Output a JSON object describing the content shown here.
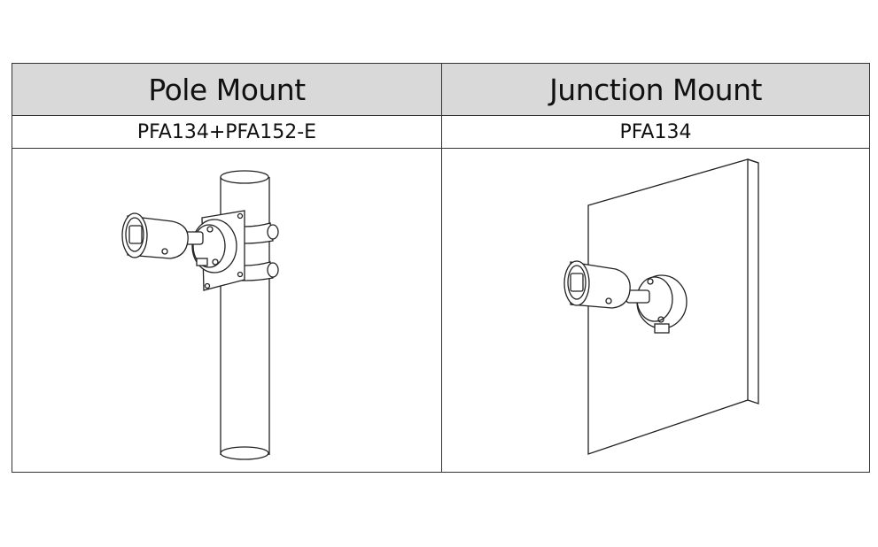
{
  "columns": [
    {
      "title": "Pole Mount",
      "model": "PFA134+PFA152-E",
      "illustration": "camera-on-pole-mount"
    },
    {
      "title": "Junction Mount",
      "model": "PFA134",
      "illustration": "camera-on-wall-junction-box"
    }
  ]
}
